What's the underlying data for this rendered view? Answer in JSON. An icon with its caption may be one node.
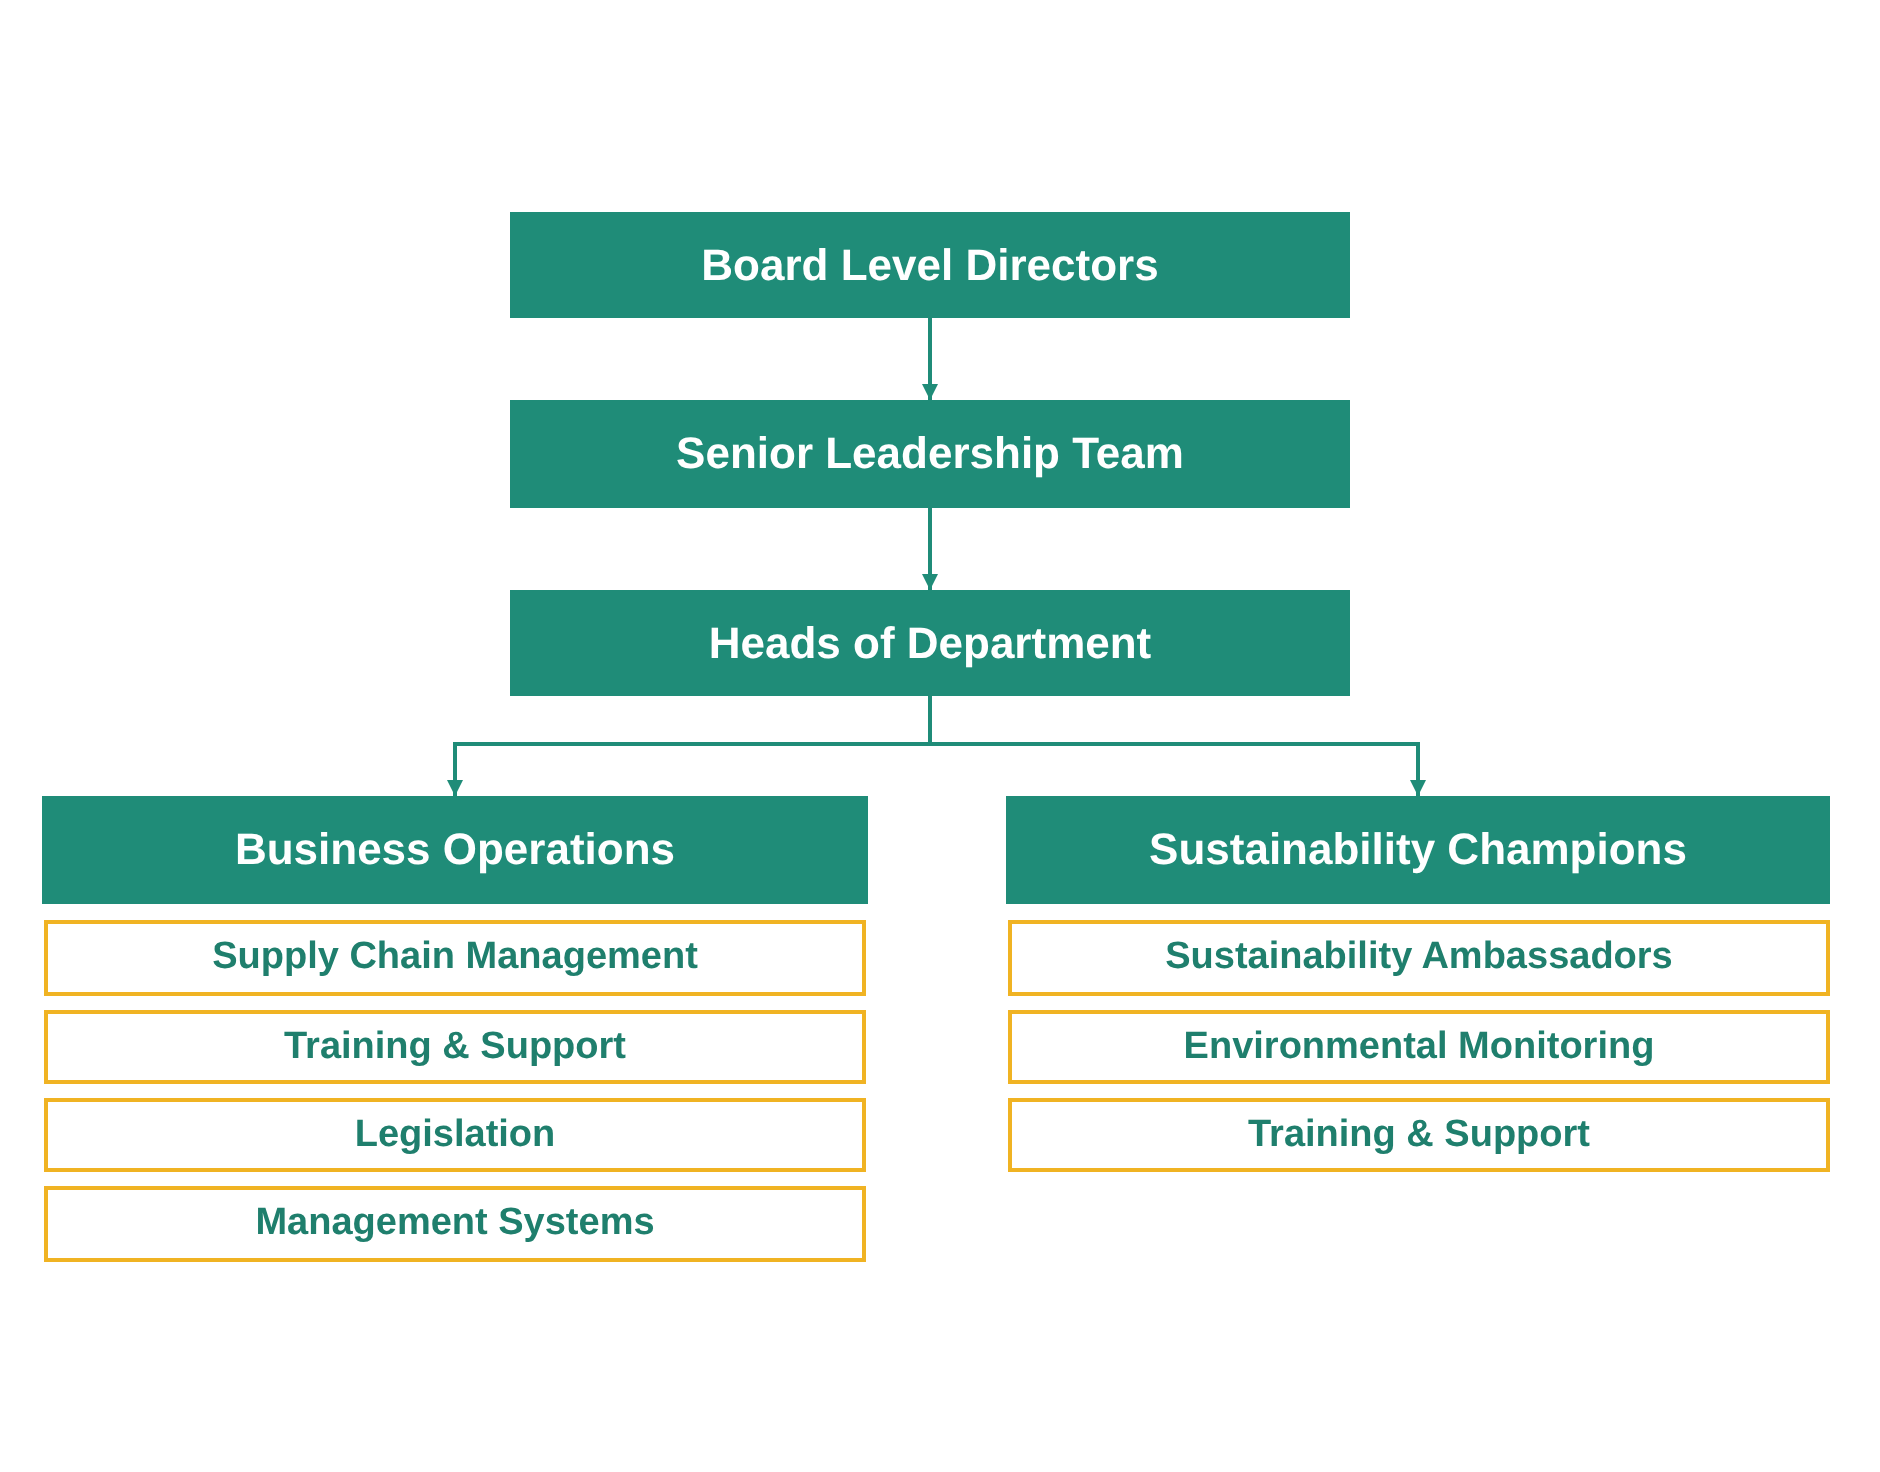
{
  "diagram": {
    "nodes": [
      {
        "text": [
          "Board Level Directors"
        ]
      },
      {
        "text": [
          "Senior Leadership Team"
        ]
      },
      {
        "text": [
          "Heads of Department"
        ]
      },
      {
        "text": [
          "Business Operations"
        ]
      },
      {
        "text": [
          "Supply Chain Management"
        ]
      },
      {
        "text": [
          "Training & Support"
        ]
      },
      {
        "text": [
          "Legislation"
        ]
      },
      {
        "text": [
          "Management Systems"
        ]
      },
      {
        "text": [
          "Sustainability Champions"
        ]
      },
      {
        "text": [
          "Sustainability Ambassadors"
        ]
      },
      {
        "text": [
          "Environmental Monitoring"
        ]
      },
      {
        "text": [
          "Training & Support"
        ]
      }
    ],
    "edges": [
      {
        "from": 0,
        "to": 1,
        "arrow": "to"
      },
      {
        "from": 1,
        "to": 2,
        "arrow": "to"
      },
      {
        "from": 2,
        "to": 3,
        "arrow": "to"
      },
      {
        "from": 2,
        "to": 8,
        "arrow": "to"
      }
    ]
  }
}
